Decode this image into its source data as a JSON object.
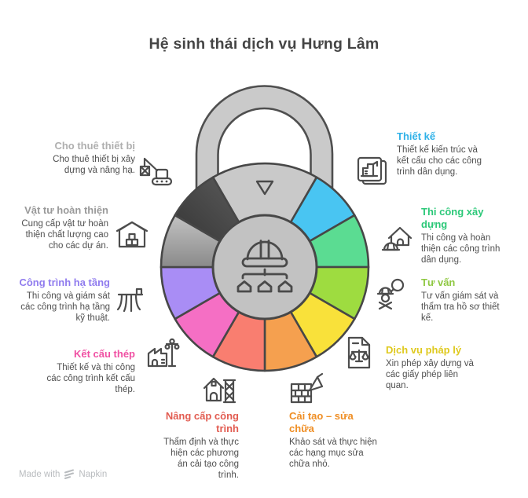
{
  "title": "Hệ sinh thái dịch vụ Hưng Lâm",
  "palette": {
    "stroke": "#474747",
    "lock_gray": "#CACACA",
    "hub": "#C2C2C2",
    "title_color": "#454545",
    "desc_color": "#4F4F4F",
    "footer_color": "#B9BCBF"
  },
  "wheel": {
    "pointer": "triangle-down",
    "segments": [
      {
        "name": "dial-top",
        "color": "#C9C9C9"
      },
      {
        "name": "thiet-ke",
        "color": "#49C5F2"
      },
      {
        "name": "thi-cong-xay-dung",
        "color": "#5BDC92"
      },
      {
        "name": "tu-van",
        "color": "#9EDC40"
      },
      {
        "name": "dich-vu-phap-ly",
        "color": "#F9E13A"
      },
      {
        "name": "cai-tao-sua-chua",
        "color": "#F5A04F"
      },
      {
        "name": "nang-cap-cong-trinh",
        "color": "#F97E70"
      },
      {
        "name": "ket-cau-thep",
        "color": "#F56FC4"
      },
      {
        "name": "cong-trinh-ha-tang",
        "color": "#A98DF5"
      },
      {
        "name": "vat-tu-hoan-thien",
        "color_top": "#C2C2C2",
        "color_bottom": "#8A8A8A"
      },
      {
        "name": "cho-thue-thiet-bi",
        "color_top": "#616161",
        "color_bottom": "#2F2F2F"
      }
    ]
  },
  "items": [
    {
      "title": "Cho thuê thiết bị",
      "desc": "Cho thuê thiết bị xây dựng và nâng hạ.",
      "color": "#AFAFAF",
      "icon": "crane-icon"
    },
    {
      "title": "Vật tư hoàn thiện",
      "desc": "Cung cấp vật tư hoàn thiện chất lượng cao cho các dự án.",
      "color": "#9A9A9A",
      "icon": "warehouse-icon"
    },
    {
      "title": "Công trình hạ tầng",
      "desc": "Thi công và giám sát các công trình hạ tầng kỹ thuật.",
      "color": "#8F7BEE",
      "icon": "pier-icon"
    },
    {
      "title": "Kết cấu thép",
      "desc": "Thiết kế và thi công các công trình kết cấu thép.",
      "color": "#F050A3",
      "icon": "factory-crane-icon"
    },
    {
      "title": "Nâng cấp công trình",
      "desc": "Thẩm định và thực hiện các phương án cải tạo công trình.",
      "color": "#E25C51",
      "icon": "house-scaffold-icon"
    },
    {
      "title": "Cải tạo – sửa chữa",
      "desc": "Khảo sát và thực hiện các hạng mục sửa chữa nhỏ.",
      "color": "#EF8E24",
      "icon": "bricks-trowel-icon"
    },
    {
      "title": "Dịch vụ pháp lý",
      "desc": "Xin phép xây dựng và các giấy phép liên quan.",
      "color": "#DFC91E",
      "icon": "document-scales-icon"
    },
    {
      "title": "Tư vấn",
      "desc": "Tư vấn giám sát và thẩm tra hồ sơ thiết kế.",
      "color": "#8FC842",
      "icon": "engineer-magnifier-icon"
    },
    {
      "title": "Thi công xây dựng",
      "desc": "Thi công và hoàn thiện các công trình dân dụng.",
      "color": "#2BC878",
      "icon": "house-hardhat-icon"
    },
    {
      "title": "Thiết kế",
      "desc": "Thiết kế kiến trúc và kết cấu cho các công trình dân dụng.",
      "color": "#2FB1E8",
      "icon": "blueprint-docs-icon"
    }
  ],
  "footer": {
    "made_with": "Made with",
    "brand": "Napkin"
  }
}
